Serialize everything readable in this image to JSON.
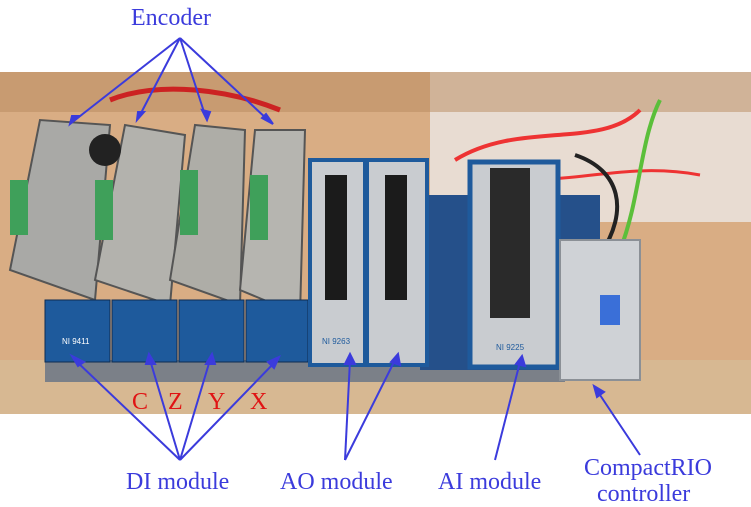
{
  "labels": {
    "encoder": "Encoder",
    "di_module": "DI module",
    "ao_module": "AO module",
    "ai_module": "AI module",
    "controller_line1": "CompactRIO",
    "controller_line2": "controller"
  },
  "channel_letters": [
    "C",
    "Z",
    "Y",
    "X"
  ],
  "module_tags": {
    "di": "NI 9411",
    "ao": "NI 9263",
    "ai": "NI 9225"
  },
  "colors": {
    "annotation": "#3b3bdc",
    "channel_letter": "#e01414",
    "module_blue": "#1e5a9c",
    "module_silver": "#c9ccd0"
  }
}
